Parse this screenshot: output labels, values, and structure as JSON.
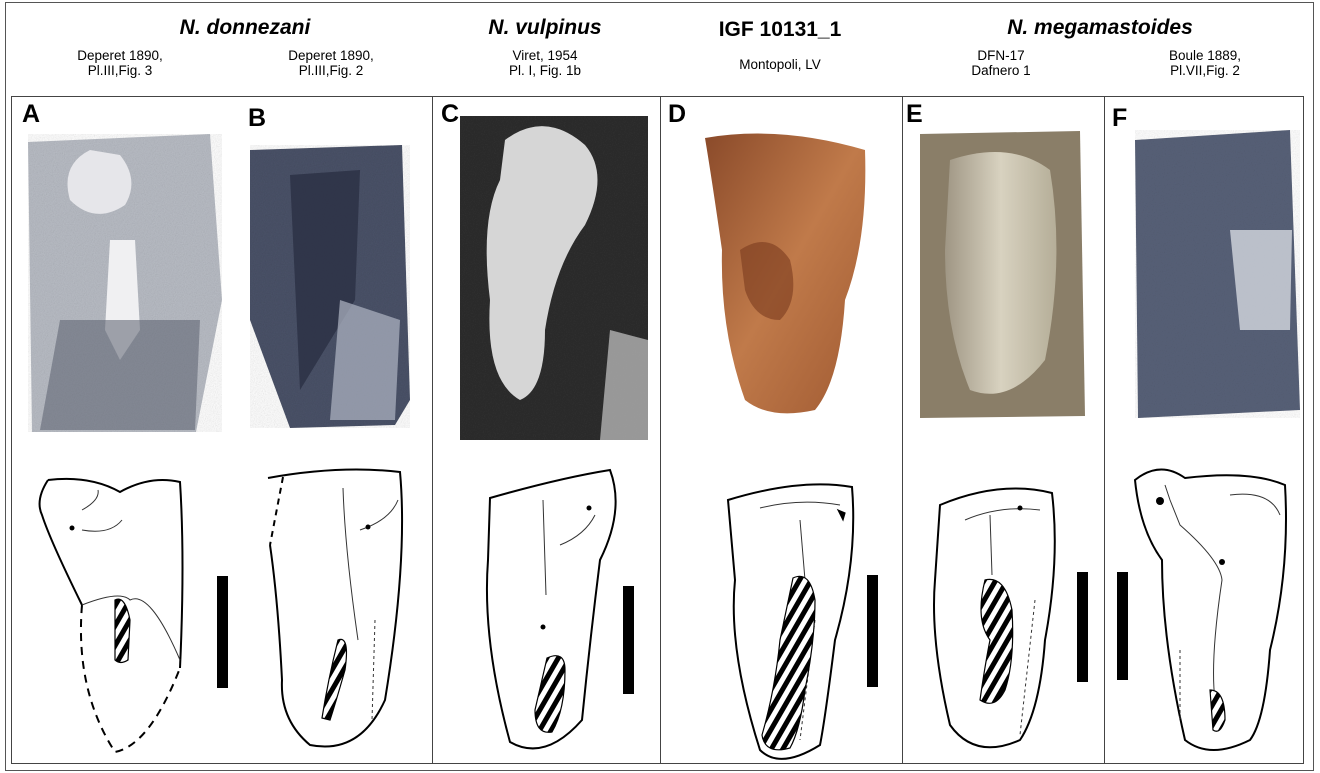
{
  "header": {
    "donnezani": {
      "species": "N. donnezani",
      "refA": [
        "Deperet 1890,",
        "Pl.III,Fig. 3"
      ],
      "refB": [
        "Deperet 1890,",
        "Pl.III,Fig. 2"
      ]
    },
    "vulpinus": {
      "species": "N. vulpinus",
      "ref": [
        "Viret, 1954",
        "Pl. I, Fig. 1b"
      ]
    },
    "igf": {
      "id": "IGF 10131_1",
      "ref": [
        "Montopoli, LV"
      ]
    },
    "megamastoides": {
      "species": "N. megamastoides",
      "refE": [
        "DFN-17",
        "Dafnero 1"
      ],
      "refF": [
        "Boule 1889,",
        "Pl.VII,Fig. 2"
      ]
    }
  },
  "panels": [
    {
      "label": "A"
    },
    {
      "label": "B"
    },
    {
      "label": "C"
    },
    {
      "label": "D"
    },
    {
      "label": "E"
    },
    {
      "label": "F"
    }
  ],
  "colors": {
    "line": "#000000",
    "frame": "#444444",
    "specimen_photo": "#b56a3c",
    "cast_photo": "#c9c0a8"
  },
  "icons": [
    "scale-bar",
    "hatched-wear-facet",
    "dashed-reconstruction"
  ]
}
